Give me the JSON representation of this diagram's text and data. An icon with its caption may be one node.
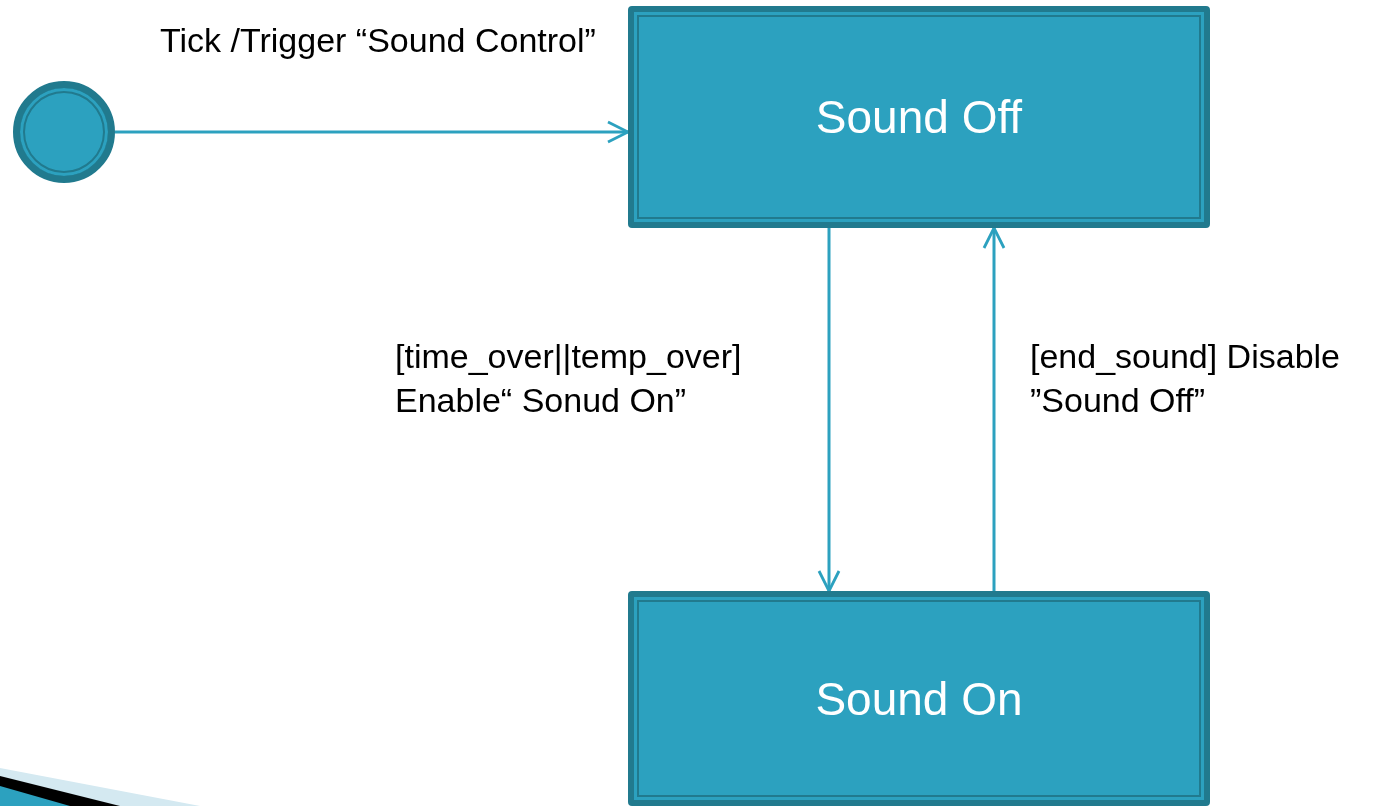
{
  "diagram": {
    "nodes": [
      {
        "text": [],
        "shape": "circle"
      },
      {
        "text": [
          "Sound Off"
        ]
      },
      {
        "text": [
          "Sound On"
        ]
      }
    ],
    "edges": [
      {
        "from": 0,
        "to": 1,
        "arrow": "to",
        "label": "Tick /Trigger “Sound Control”"
      },
      {
        "from": 1,
        "to": 2,
        "arrow": "to",
        "label": "[time_over||temp_over] Enable“ Sonud On”"
      },
      {
        "from": 2,
        "to": 1,
        "arrow": "to",
        "label": "[end_sound] Disable ”Sound Off”"
      }
    ]
  }
}
